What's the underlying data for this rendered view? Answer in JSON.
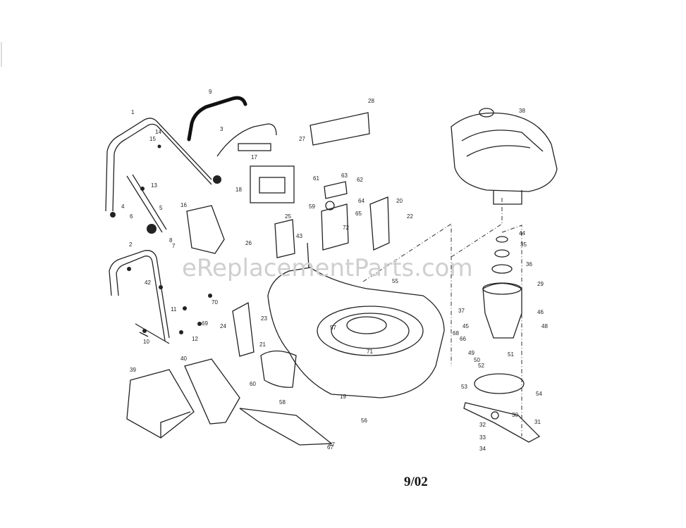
{
  "watermark": "eReplacementParts.com",
  "date_code": "9/02",
  "part_labels": [
    "1",
    "2",
    "3",
    "4",
    "5",
    "6",
    "7",
    "8",
    "9",
    "10",
    "11",
    "12",
    "13",
    "14",
    "15",
    "16",
    "17",
    "18",
    "19",
    "20",
    "21",
    "22",
    "23",
    "24",
    "25",
    "26",
    "27",
    "28",
    "29",
    "30",
    "31",
    "32",
    "33",
    "34",
    "35",
    "36",
    "37",
    "38",
    "39",
    "40",
    "42",
    "43",
    "44",
    "45",
    "46",
    "47",
    "48",
    "49",
    "50",
    "51",
    "52",
    "53",
    "54",
    "55",
    "56",
    "57",
    "58",
    "59",
    "60",
    "61",
    "62",
    "63",
    "64",
    "65",
    "66",
    "67",
    "68",
    "69",
    "70",
    "71",
    "72"
  ]
}
